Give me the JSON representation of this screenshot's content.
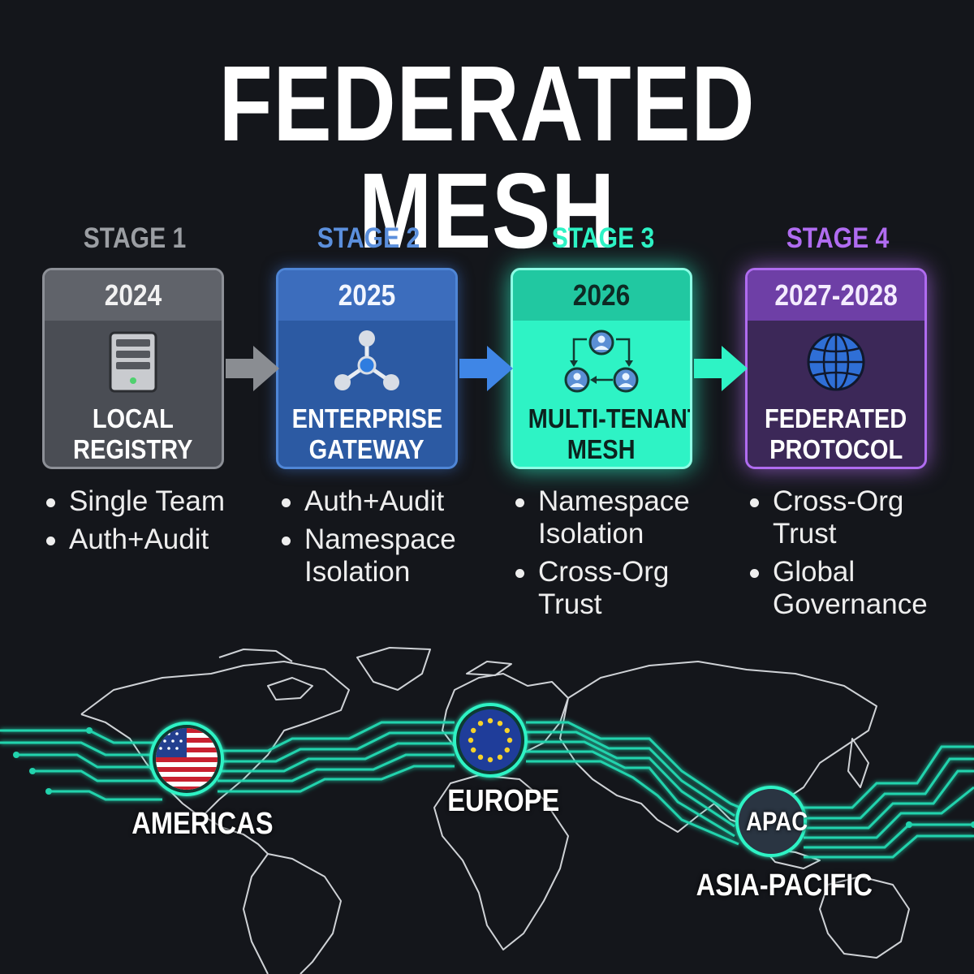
{
  "title": "FEDERATED MESH",
  "stages": [
    {
      "label": "STAGE 1",
      "year": "2024",
      "name_line1": "LOCAL",
      "name_line2": "REGISTRY",
      "icon": "server-icon",
      "color": "#9b9ea3",
      "bullets": [
        "Single Team",
        "Auth+Audit"
      ]
    },
    {
      "label": "STAGE 2",
      "year": "2025",
      "name_line1": "ENTERPRISE",
      "name_line2": "GATEWAY",
      "icon": "network-hub-icon",
      "color": "#5b8fdc",
      "bullets": [
        "Auth+Audit",
        "Namespace\nIsolation"
      ]
    },
    {
      "label": "STAGE 3",
      "year": "2026",
      "name_line1": "MULTI-TENANT",
      "name_line2": "MESH",
      "icon": "users-cycle-icon",
      "color": "#2ef3c5",
      "bullets": [
        "Namespace\nIsolation",
        "Cross-Org\nTrust"
      ]
    },
    {
      "label": "STAGE 4",
      "year": "2027-2028",
      "name_line1": "FEDERATED",
      "name_line2": "PROTOCOL",
      "icon": "globe-icon",
      "color": "#b06cf0",
      "bullets": [
        "Cross-Org\nTrust",
        "Global\nGovernance"
      ]
    }
  ],
  "regions": {
    "americas": {
      "label": "AMERICAS",
      "icon": "us-flag-icon"
    },
    "europe": {
      "label": "EUROPE",
      "icon": "eu-flag-icon"
    },
    "apac": {
      "badge": "APAC",
      "label": "ASIA-PACIFIC"
    }
  },
  "colors": {
    "background": "#14161b",
    "circuit": "#27d9b4",
    "map_outline": "#d7d9dc"
  }
}
